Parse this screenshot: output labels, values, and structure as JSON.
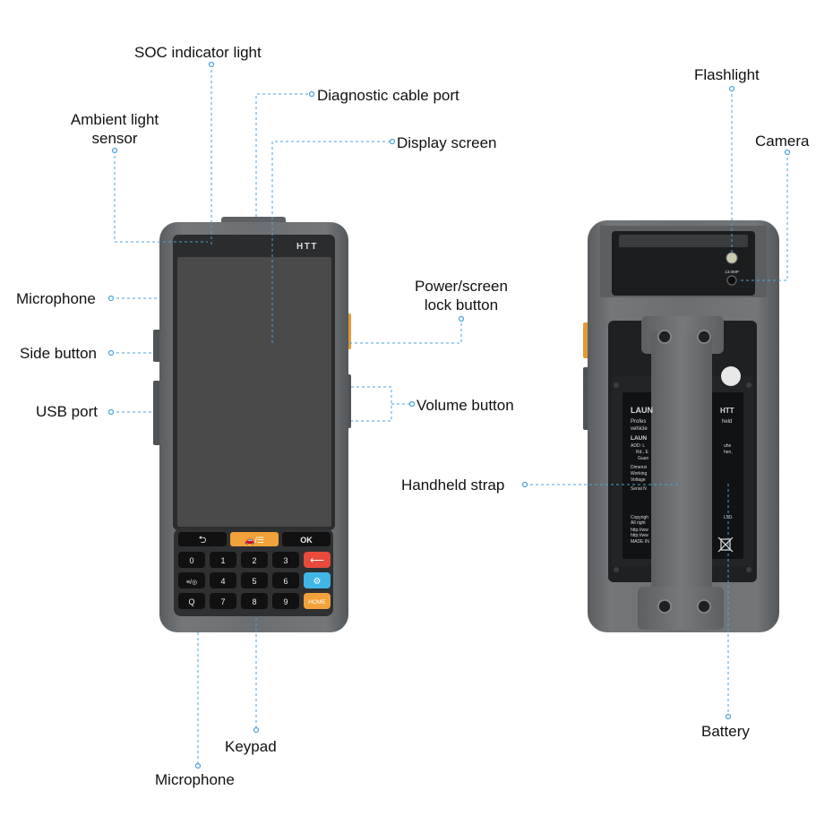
{
  "device": {
    "brand": "HTT",
    "camera_mp": "13.0MP",
    "keys": {
      "back": "⮌",
      "vehicle_menu": "🚗/☰",
      "ok": "OK",
      "digits": [
        "0",
        "1",
        "2",
        "3",
        "4",
        "5",
        "6",
        "7",
        "8",
        "9"
      ],
      "mode": "≡/◎",
      "search": "Q",
      "home": "HOME",
      "enter": "⟵",
      "settings": "⚙"
    },
    "battery_label": {
      "brand": "LAUN",
      "brand_right": "HTT",
      "line1": "Profes",
      "line1_right": "held",
      "line2": "vehicle",
      "line3": "LAUN",
      "addr1": "ADD: L",
      "addr1_right": "uhe",
      "addr2": "Rd., E",
      "addr2_right": "hen,",
      "addr3": "Guan",
      "dim1": "Dimensi",
      "dim2": "Working",
      "dim3": "Voltage",
      "serial": "Serial N",
      "copy1": "Copyrigh",
      "copy1_right": "LTD.",
      "copy2": "All right",
      "copy3": "http://ww",
      "copy4": "http://ww",
      "copy5": "MADE IN"
    }
  },
  "callouts": {
    "soc_light": "SOC indicator light",
    "diagnostic_port": "Diagnostic cable port",
    "ambient_sensor_1": "Ambient light",
    "ambient_sensor_2": "sensor",
    "display_screen": "Display screen",
    "microphone_left": "Microphone",
    "power_lock_1": "Power/screen",
    "power_lock_2": "lock button",
    "side_button": "Side button",
    "usb_port": "USB port",
    "volume_button": "Volume button",
    "handheld_strap": "Handheld strap",
    "keypad": "Keypad",
    "microphone_bottom": "Microphone",
    "flashlight": "Flashlight",
    "camera": "Camera",
    "battery": "Battery"
  },
  "colors": {
    "housing": "#6b6e70",
    "housing_dark": "#4e5153",
    "screen": "#4a4a4b",
    "orange_key": "#f2a23a",
    "red_key": "#e84a3b",
    "blue_key": "#3fb6e6",
    "leader": "#4aa3df"
  }
}
